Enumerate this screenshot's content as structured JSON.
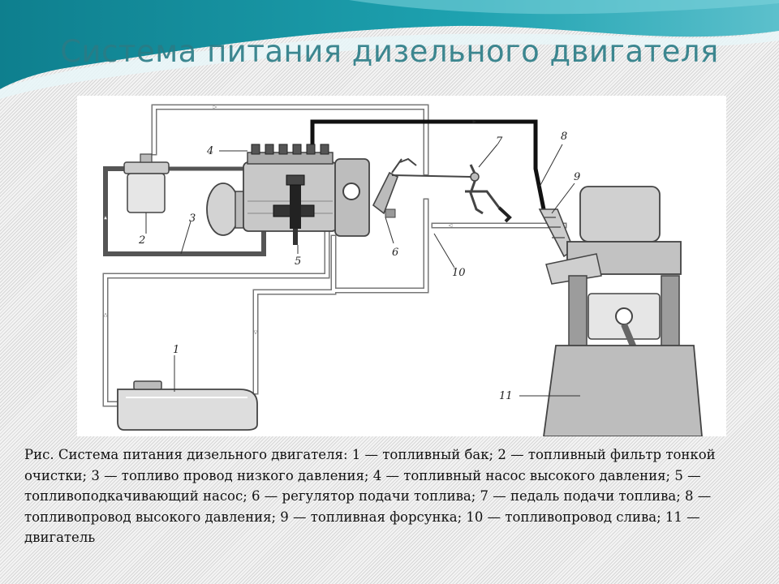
{
  "title": "Система питания дизельного двигателя",
  "colors": {
    "title": "#2a7c86",
    "wave_dark": "#0e7f8e",
    "wave_light": "#5cc0cc",
    "line_dark": "#222222"
  },
  "diagram": {
    "labels": {
      "fuel_tank": "1",
      "fine_filter": "2",
      "low_pressure_line": "3",
      "injection_pump": "4",
      "feed_pump": "5",
      "regulator": "6",
      "pedal": "7",
      "high_pressure_line": "8",
      "injector": "9",
      "return_line": "10",
      "engine": "11"
    }
  },
  "caption": {
    "text": "Рис. Система питания дизельного двигателя: 1 — топливный бак; 2 — топливный фильтр тонкой очистки; 3 — топливо провод низкого давления; 4 — топливный насос высокого давления; 5 — топливоподкачивающий насос; 6 — регулятор подачи топлива; 7 — педаль подачи топлива; 8 — топливопровод высокого давления; 9 — топливная форсунка; 10 — топливопровод слива; 11 — двигатель"
  }
}
